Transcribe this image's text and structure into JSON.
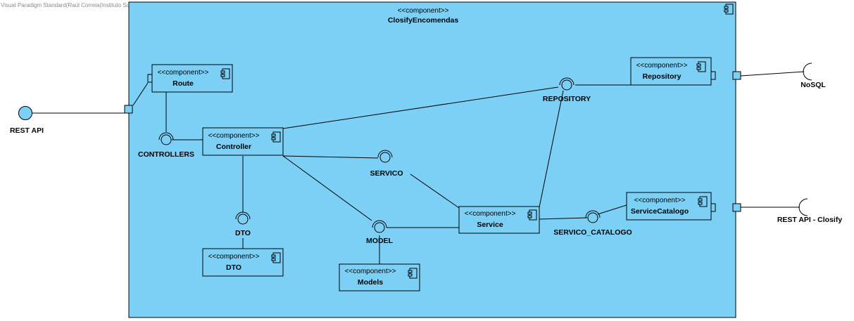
{
  "watermark": "Visual Paradigm Standard(Raúl Correia(Instituto Superior de Engenharia do Porto))",
  "colors": {
    "fill": "#7cd0f6",
    "line": "#000000",
    "canvas": "#ffffff"
  },
  "container": {
    "stereotype": "<<component>>",
    "name": "ClosifyEncomendas",
    "icon": "component-icon"
  },
  "components": {
    "route": {
      "stereotype": "<<component>>",
      "name": "Route"
    },
    "controller": {
      "stereotype": "<<component>>",
      "name": "Controller"
    },
    "dto": {
      "stereotype": "<<component>>",
      "name": "DTO"
    },
    "models": {
      "stereotype": "<<component>>",
      "name": "Models"
    },
    "service": {
      "stereotype": "<<component>>",
      "name": "Service"
    },
    "repository": {
      "stereotype": "<<component>>",
      "name": "Repository"
    },
    "service_catalogo": {
      "stereotype": "<<component>>",
      "name": "ServiceCatalogo"
    }
  },
  "interfaces": {
    "controllers": "CONTROLLERS",
    "dto": "DTO",
    "model": "MODEL",
    "servico": "SERVICO",
    "repository": "REPOSITORY",
    "servico_catalogo": "SERVICO_CATALOGO"
  },
  "external": {
    "rest_api": "REST API",
    "nosql": "NoSQL",
    "rest_api_closify": "REST API - Closify"
  }
}
